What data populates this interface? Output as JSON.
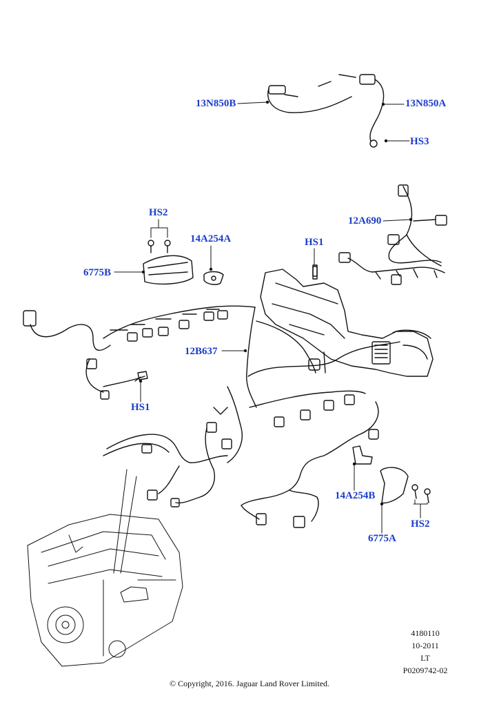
{
  "callouts": {
    "c13n850b": "13N850B",
    "c13n850a": "13N850A",
    "chs3": "HS3",
    "chs2_top": "HS2",
    "c14a254a": "14A254A",
    "chs1_top": "HS1",
    "c12a690": "12A690",
    "c6775b": "6775B",
    "c12b637": "12B637",
    "chs1_left": "HS1",
    "c14a254b": "14A254B",
    "chs2_right": "HS2",
    "c6775a": "6775A"
  },
  "drawing_meta": {
    "number": "4180110",
    "date": "10-2011",
    "lang": "LT",
    "ref": "P0209742-02"
  },
  "copyright": "© Copyright, 2016. Jaguar Land Rover Limited.",
  "colors": {
    "callout": "#1a3ccc",
    "line": "#111111"
  }
}
